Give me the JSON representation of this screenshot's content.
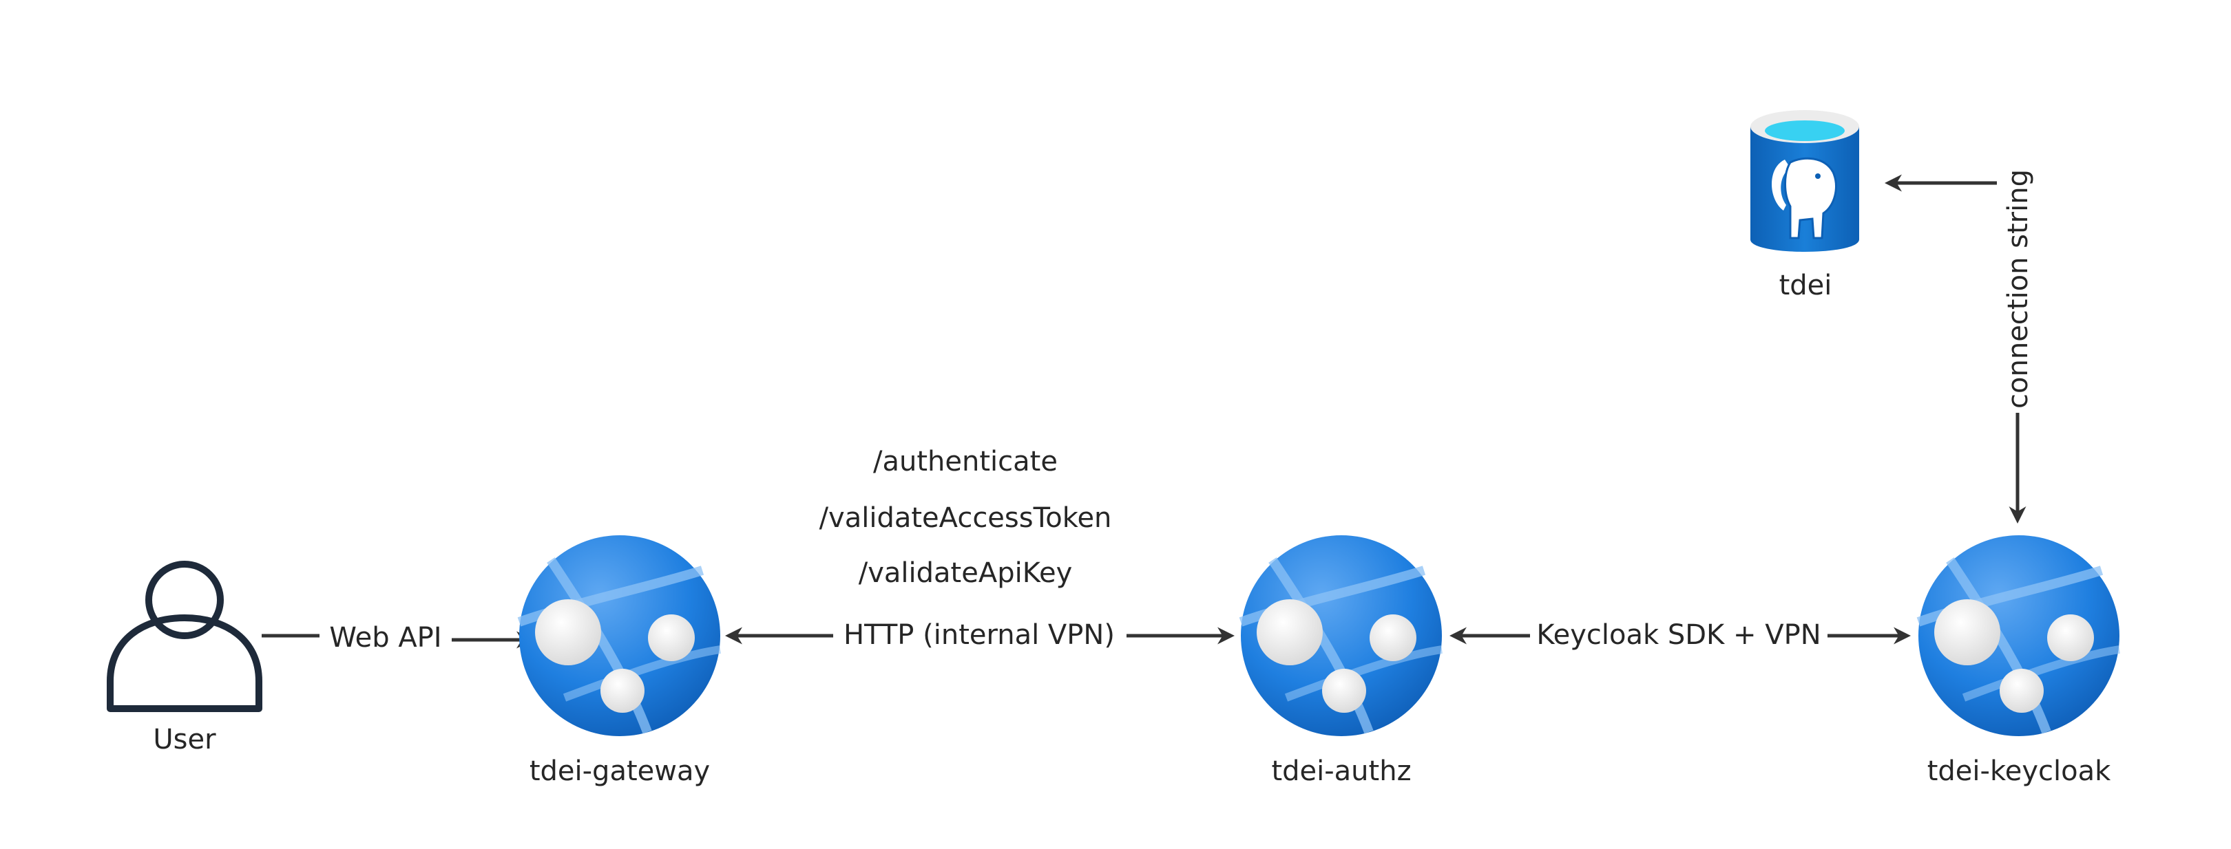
{
  "nodes": {
    "user": {
      "label": "User",
      "icon": "user-icon"
    },
    "gateway": {
      "label": "tdei-gateway",
      "icon": "app-service-icon"
    },
    "authz": {
      "label": "tdei-authz",
      "icon": "app-service-icon"
    },
    "keycloak": {
      "label": "tdei-keycloak",
      "icon": "app-service-icon"
    },
    "database": {
      "label": "tdei",
      "icon": "postgresql-database-icon"
    }
  },
  "edges": {
    "user_gateway": "Web API",
    "gateway_authz": "HTTP (internal VPN)",
    "authz_keycloak": "Keycloak SDK + VPN",
    "keycloak_database": "connection string"
  },
  "endpoints": [
    "/authenticate",
    "/validateAccessToken",
    "/validateApiKey"
  ],
  "colors": {
    "line": "#333333",
    "text": "#262626",
    "azure_blue": "#0f6fcf",
    "azure_blue_light": "#5fa8f2",
    "db_cyan": "#38d1f2"
  }
}
